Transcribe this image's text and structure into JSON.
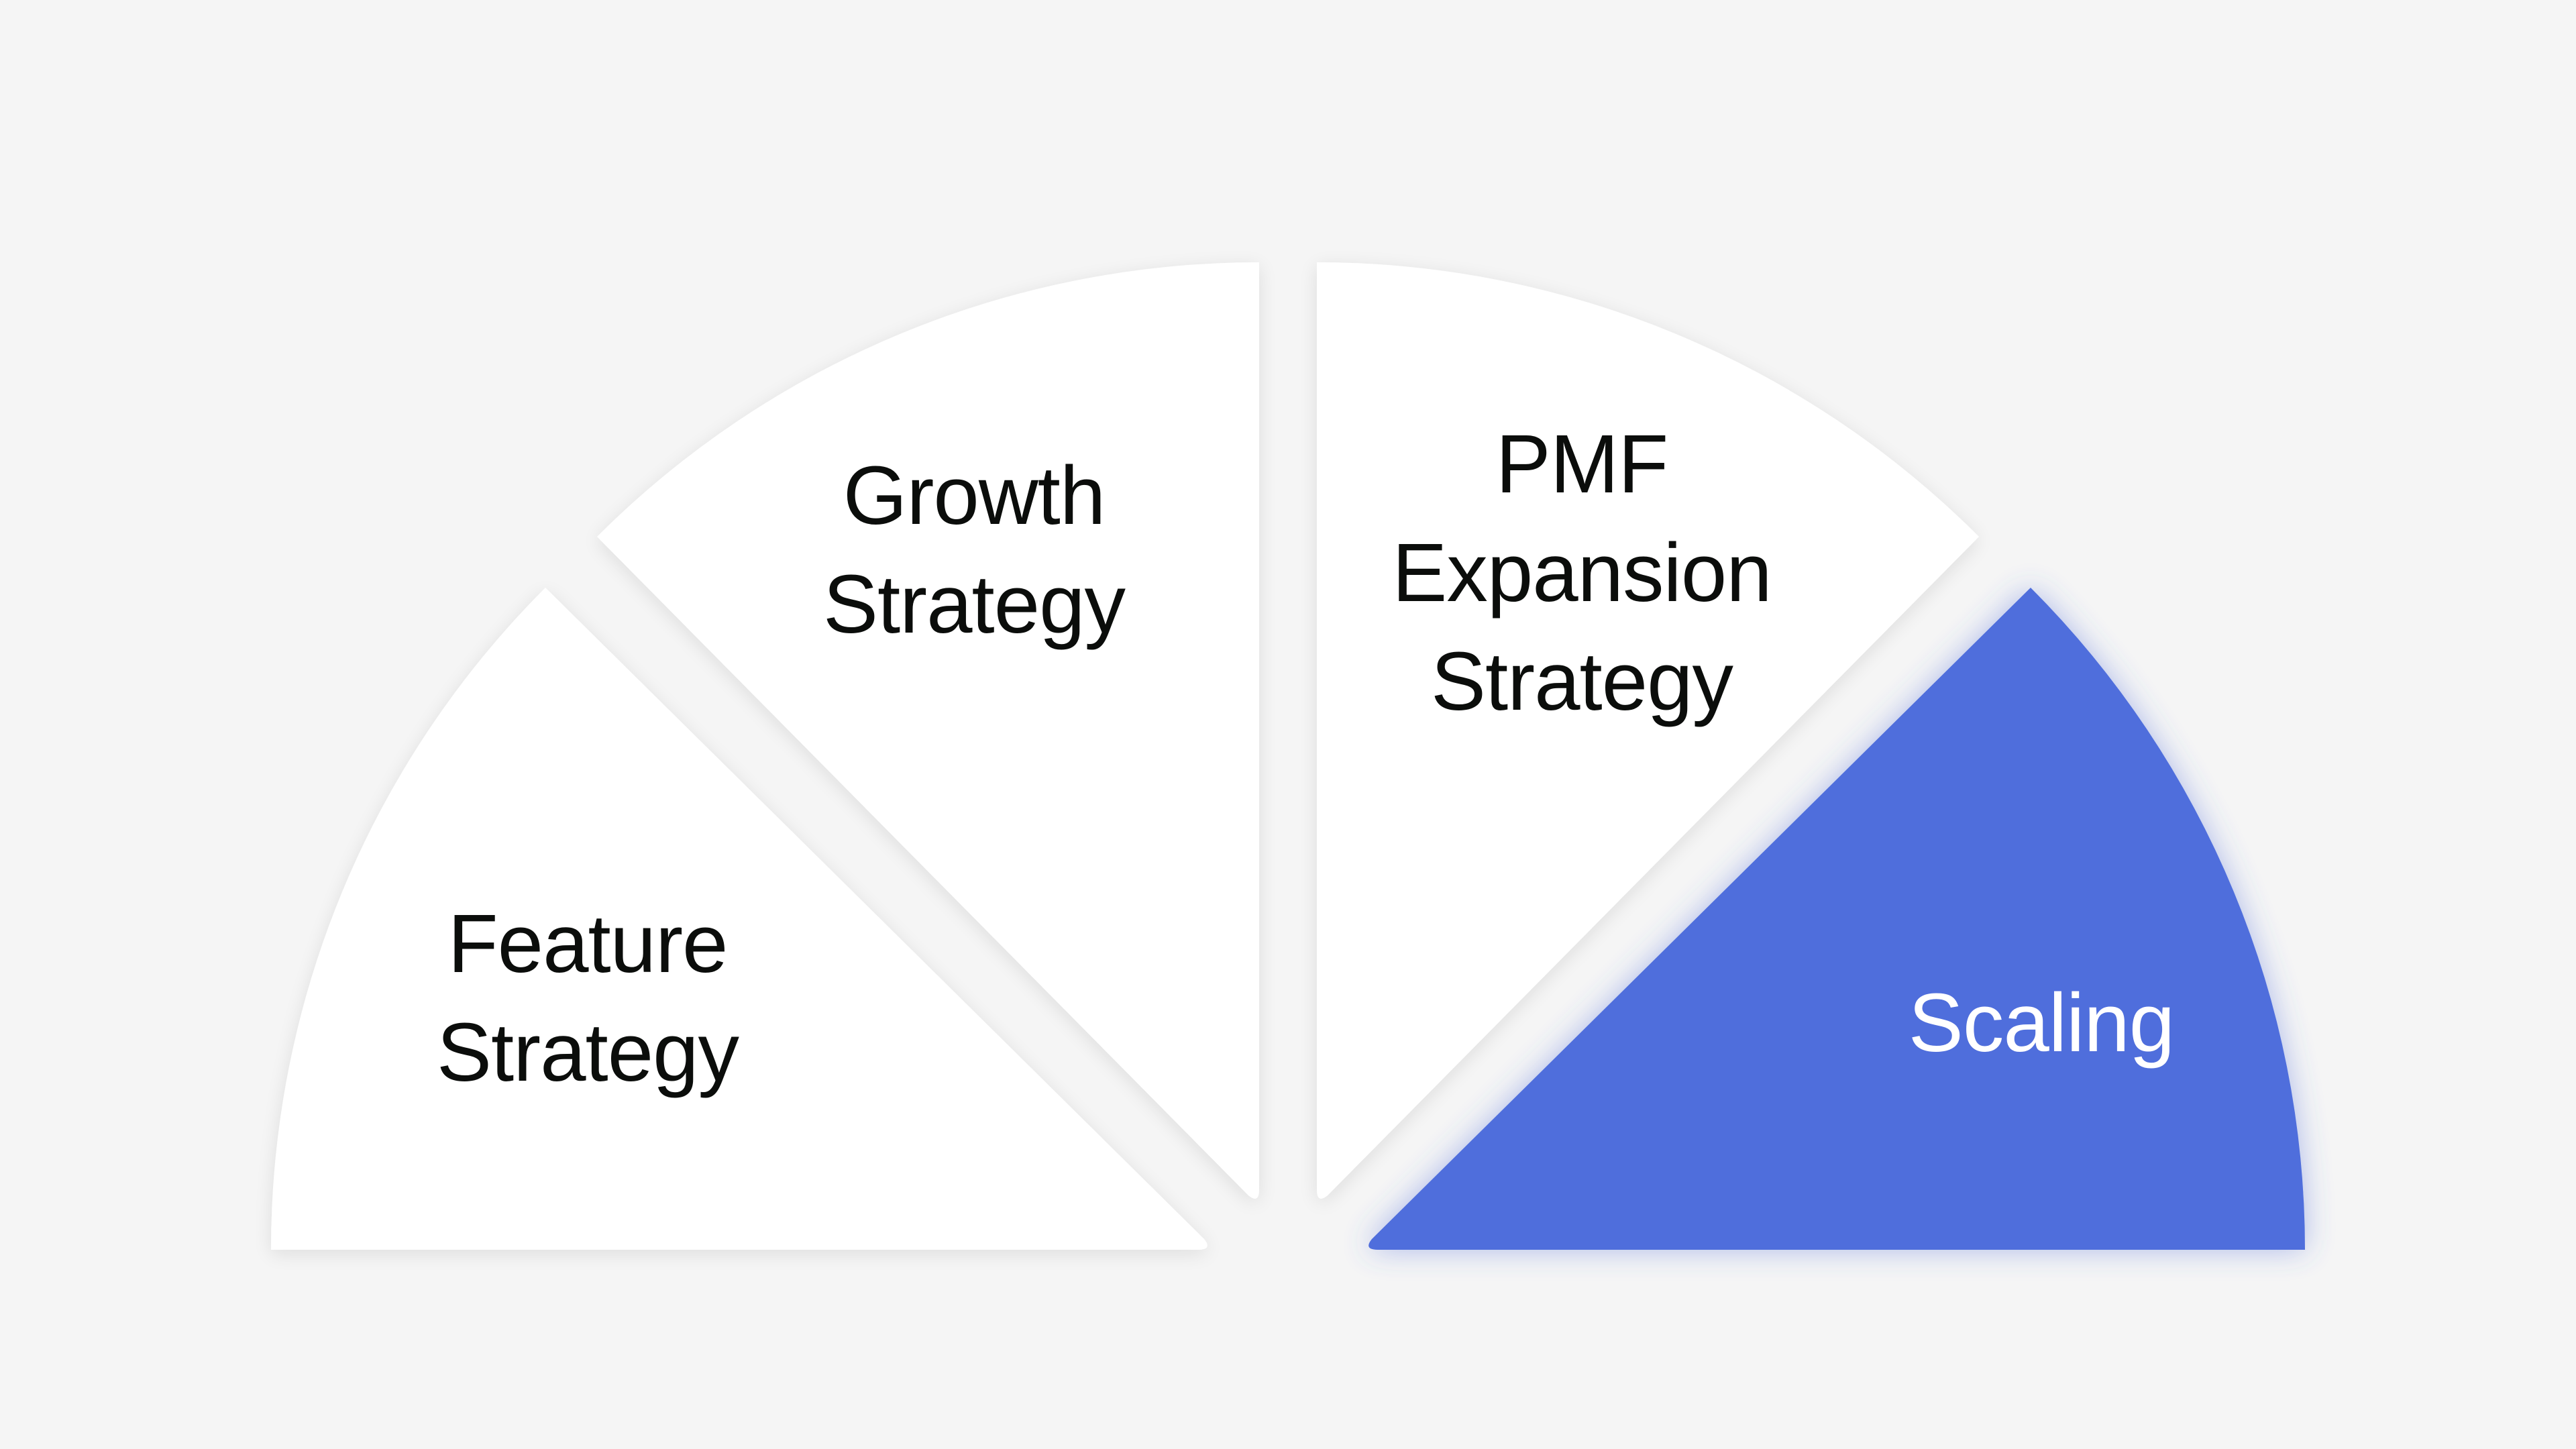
{
  "diagram": {
    "type": "half-circle segmented wheel",
    "background_color": "#f5f5f5",
    "slice_color": "#ffffff",
    "accent_color": "#506edc",
    "text_color": "#0b0d0b",
    "active_text_color": "#ffffff",
    "segments": [
      {
        "id": "feature-strategy",
        "lines": [
          "Feature",
          "Strategy"
        ],
        "active": false
      },
      {
        "id": "growth-strategy",
        "lines": [
          "Growth",
          "Strategy"
        ],
        "active": false
      },
      {
        "id": "pmf-expansion-strategy",
        "lines": [
          "PMF",
          "Expansion",
          "Strategy"
        ],
        "active": false
      },
      {
        "id": "scaling",
        "lines": [
          "Scaling"
        ],
        "active": true
      }
    ]
  }
}
